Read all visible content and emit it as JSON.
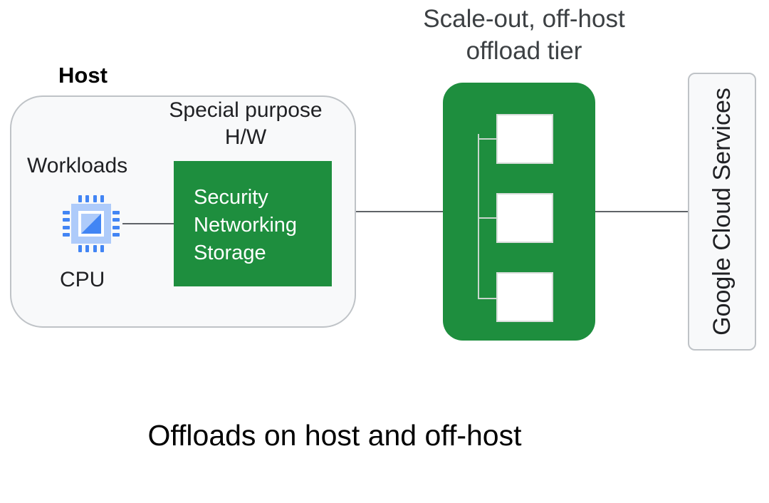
{
  "host": {
    "title": "Host",
    "special_hw_label": "Special purpose H/W",
    "workloads_label": "Workloads",
    "cpu_label": "CPU",
    "cpu_icon": "cpu-chip-icon",
    "offload_functions": [
      "Security",
      "Networking",
      "Storage"
    ]
  },
  "offload_tier": {
    "title": "Scale-out, off-host offload tier",
    "unit_count": 3
  },
  "cloud": {
    "label": "Google Cloud Services"
  },
  "caption": "Offloads on host and off-host",
  "colors": {
    "accent_green": "#1e8e3e",
    "cpu_blue": "#4285f4",
    "box_fill": "#f8f9fa",
    "box_border": "#bfc3c7",
    "connector": "#5f6368"
  }
}
